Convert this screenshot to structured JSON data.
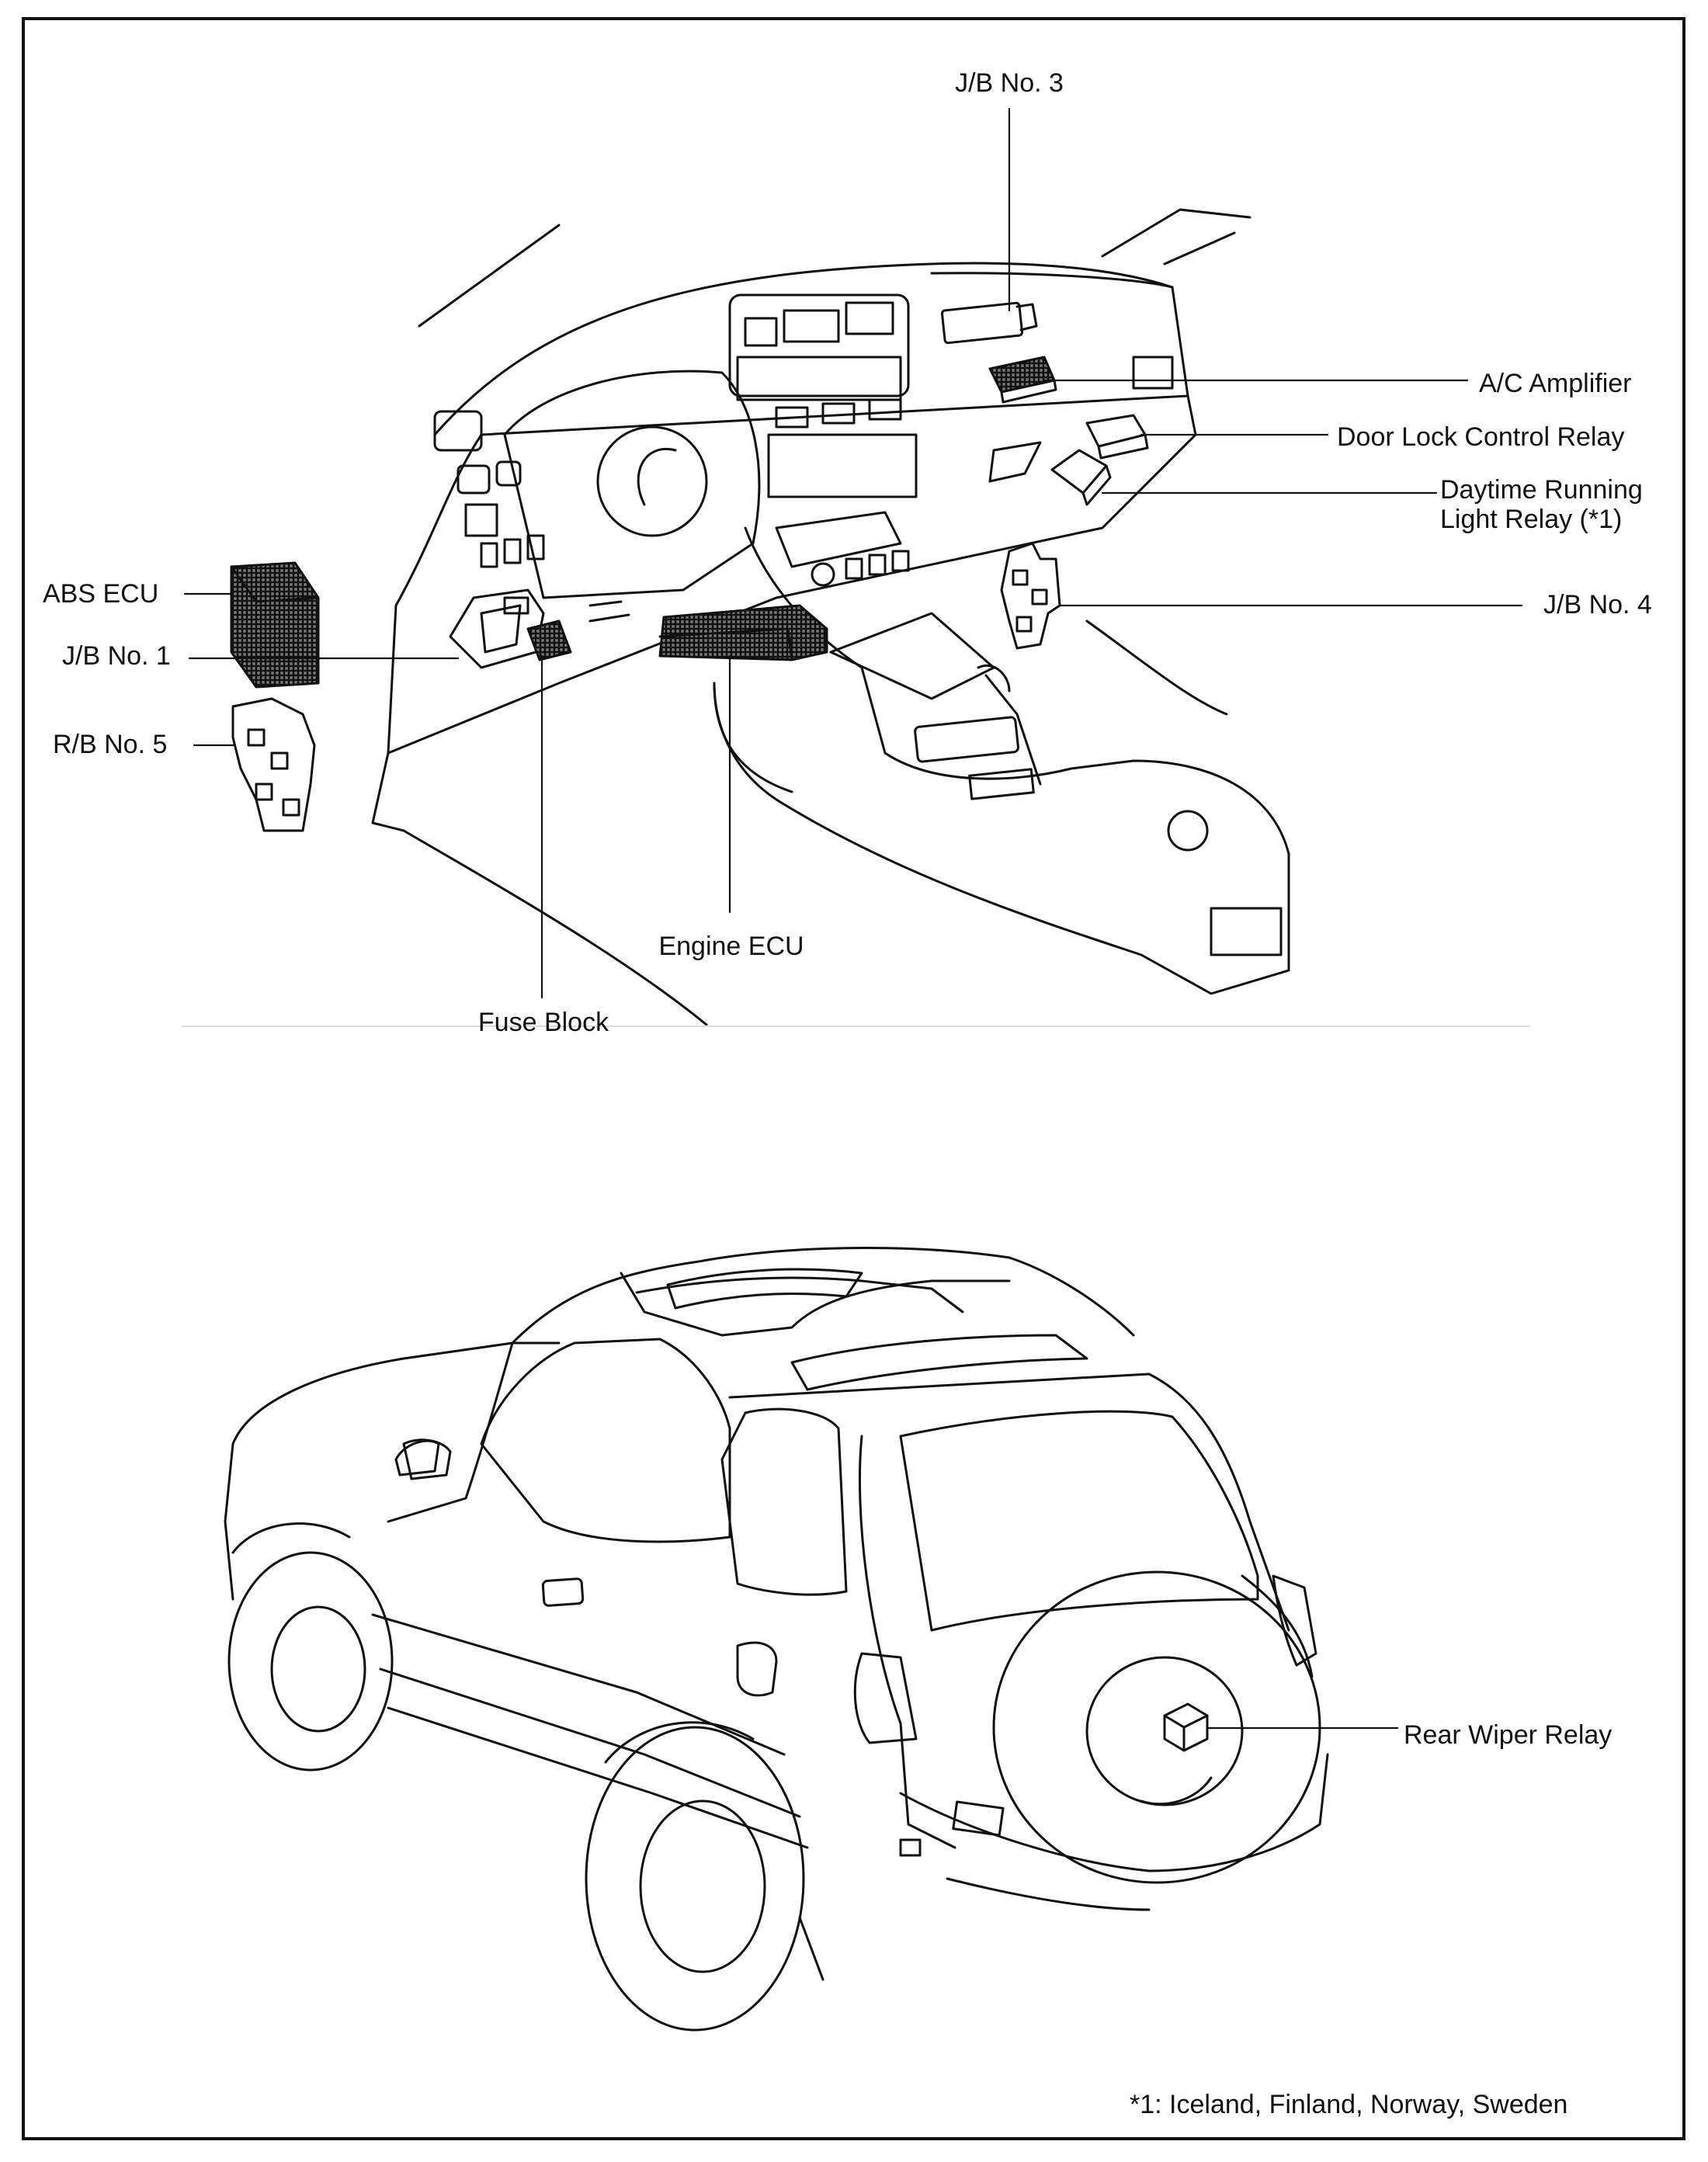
{
  "labels": {
    "jb3": "J/B No. 3",
    "ac_amplifier": "A/C Amplifier",
    "door_lock_relay": "Door Lock Control Relay",
    "drl_relay_line1": "Daytime Running",
    "drl_relay_line2": "Light Relay (*1)",
    "jb4": "J/B No. 4",
    "abs_ecu": "ABS ECU",
    "jb1": "J/B No. 1",
    "rb5": "R/B No. 5",
    "engine_ecu": "Engine ECU",
    "fuse_block": "Fuse Block",
    "rear_wiper_relay": "Rear Wiper Relay"
  },
  "footnote": "*1: Iceland, Finland, Norway, Sweden",
  "colors": {
    "line": "#111111",
    "paper": "#ffffff",
    "shade": "#9a9a9a"
  }
}
